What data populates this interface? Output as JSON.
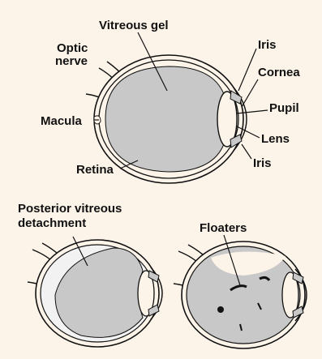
{
  "labels": {
    "vitreous_gel": "Vitreous gel",
    "optic_nerve_1": "Optic",
    "optic_nerve_2": "nerve",
    "iris_top": "Iris",
    "cornea": "Cornea",
    "pupil": "Pupil",
    "macula": "Macula",
    "lens": "Lens",
    "iris_bottom": "Iris",
    "retina": "Retina",
    "pvd_1": "Posterior vitreous",
    "pvd_2": "detachment",
    "floaters": "Floaters"
  },
  "colors": {
    "background": "#fcf4e9",
    "vitreous": "#c8c8c8",
    "outline": "#111111",
    "fluid": "#f2f2f2"
  }
}
